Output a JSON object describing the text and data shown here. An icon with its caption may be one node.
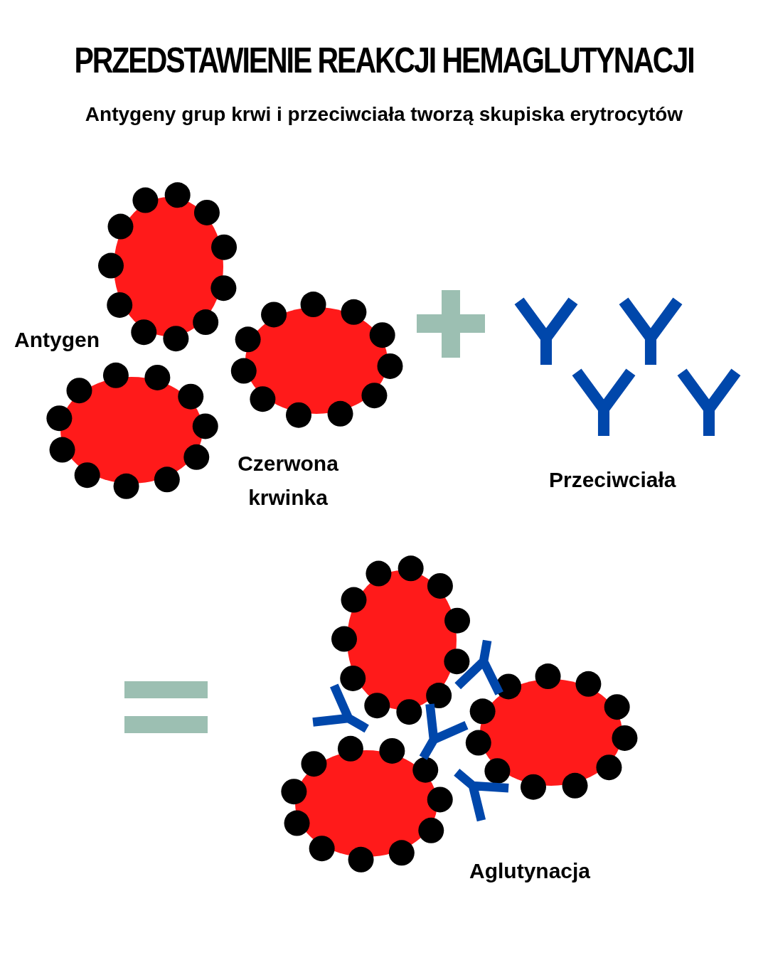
{
  "diagram": {
    "title": "PRZEDSTAWIENIE REAKCJI HEMAGLUTYNACJI",
    "labels": [
      "Antygeny grup krwi i przeciwciała tworzą skupiska erytrocytów",
      "Antygen",
      "Czerwona krwinka",
      "Przeciwciała",
      "Aglutynacja"
    ]
  }
}
